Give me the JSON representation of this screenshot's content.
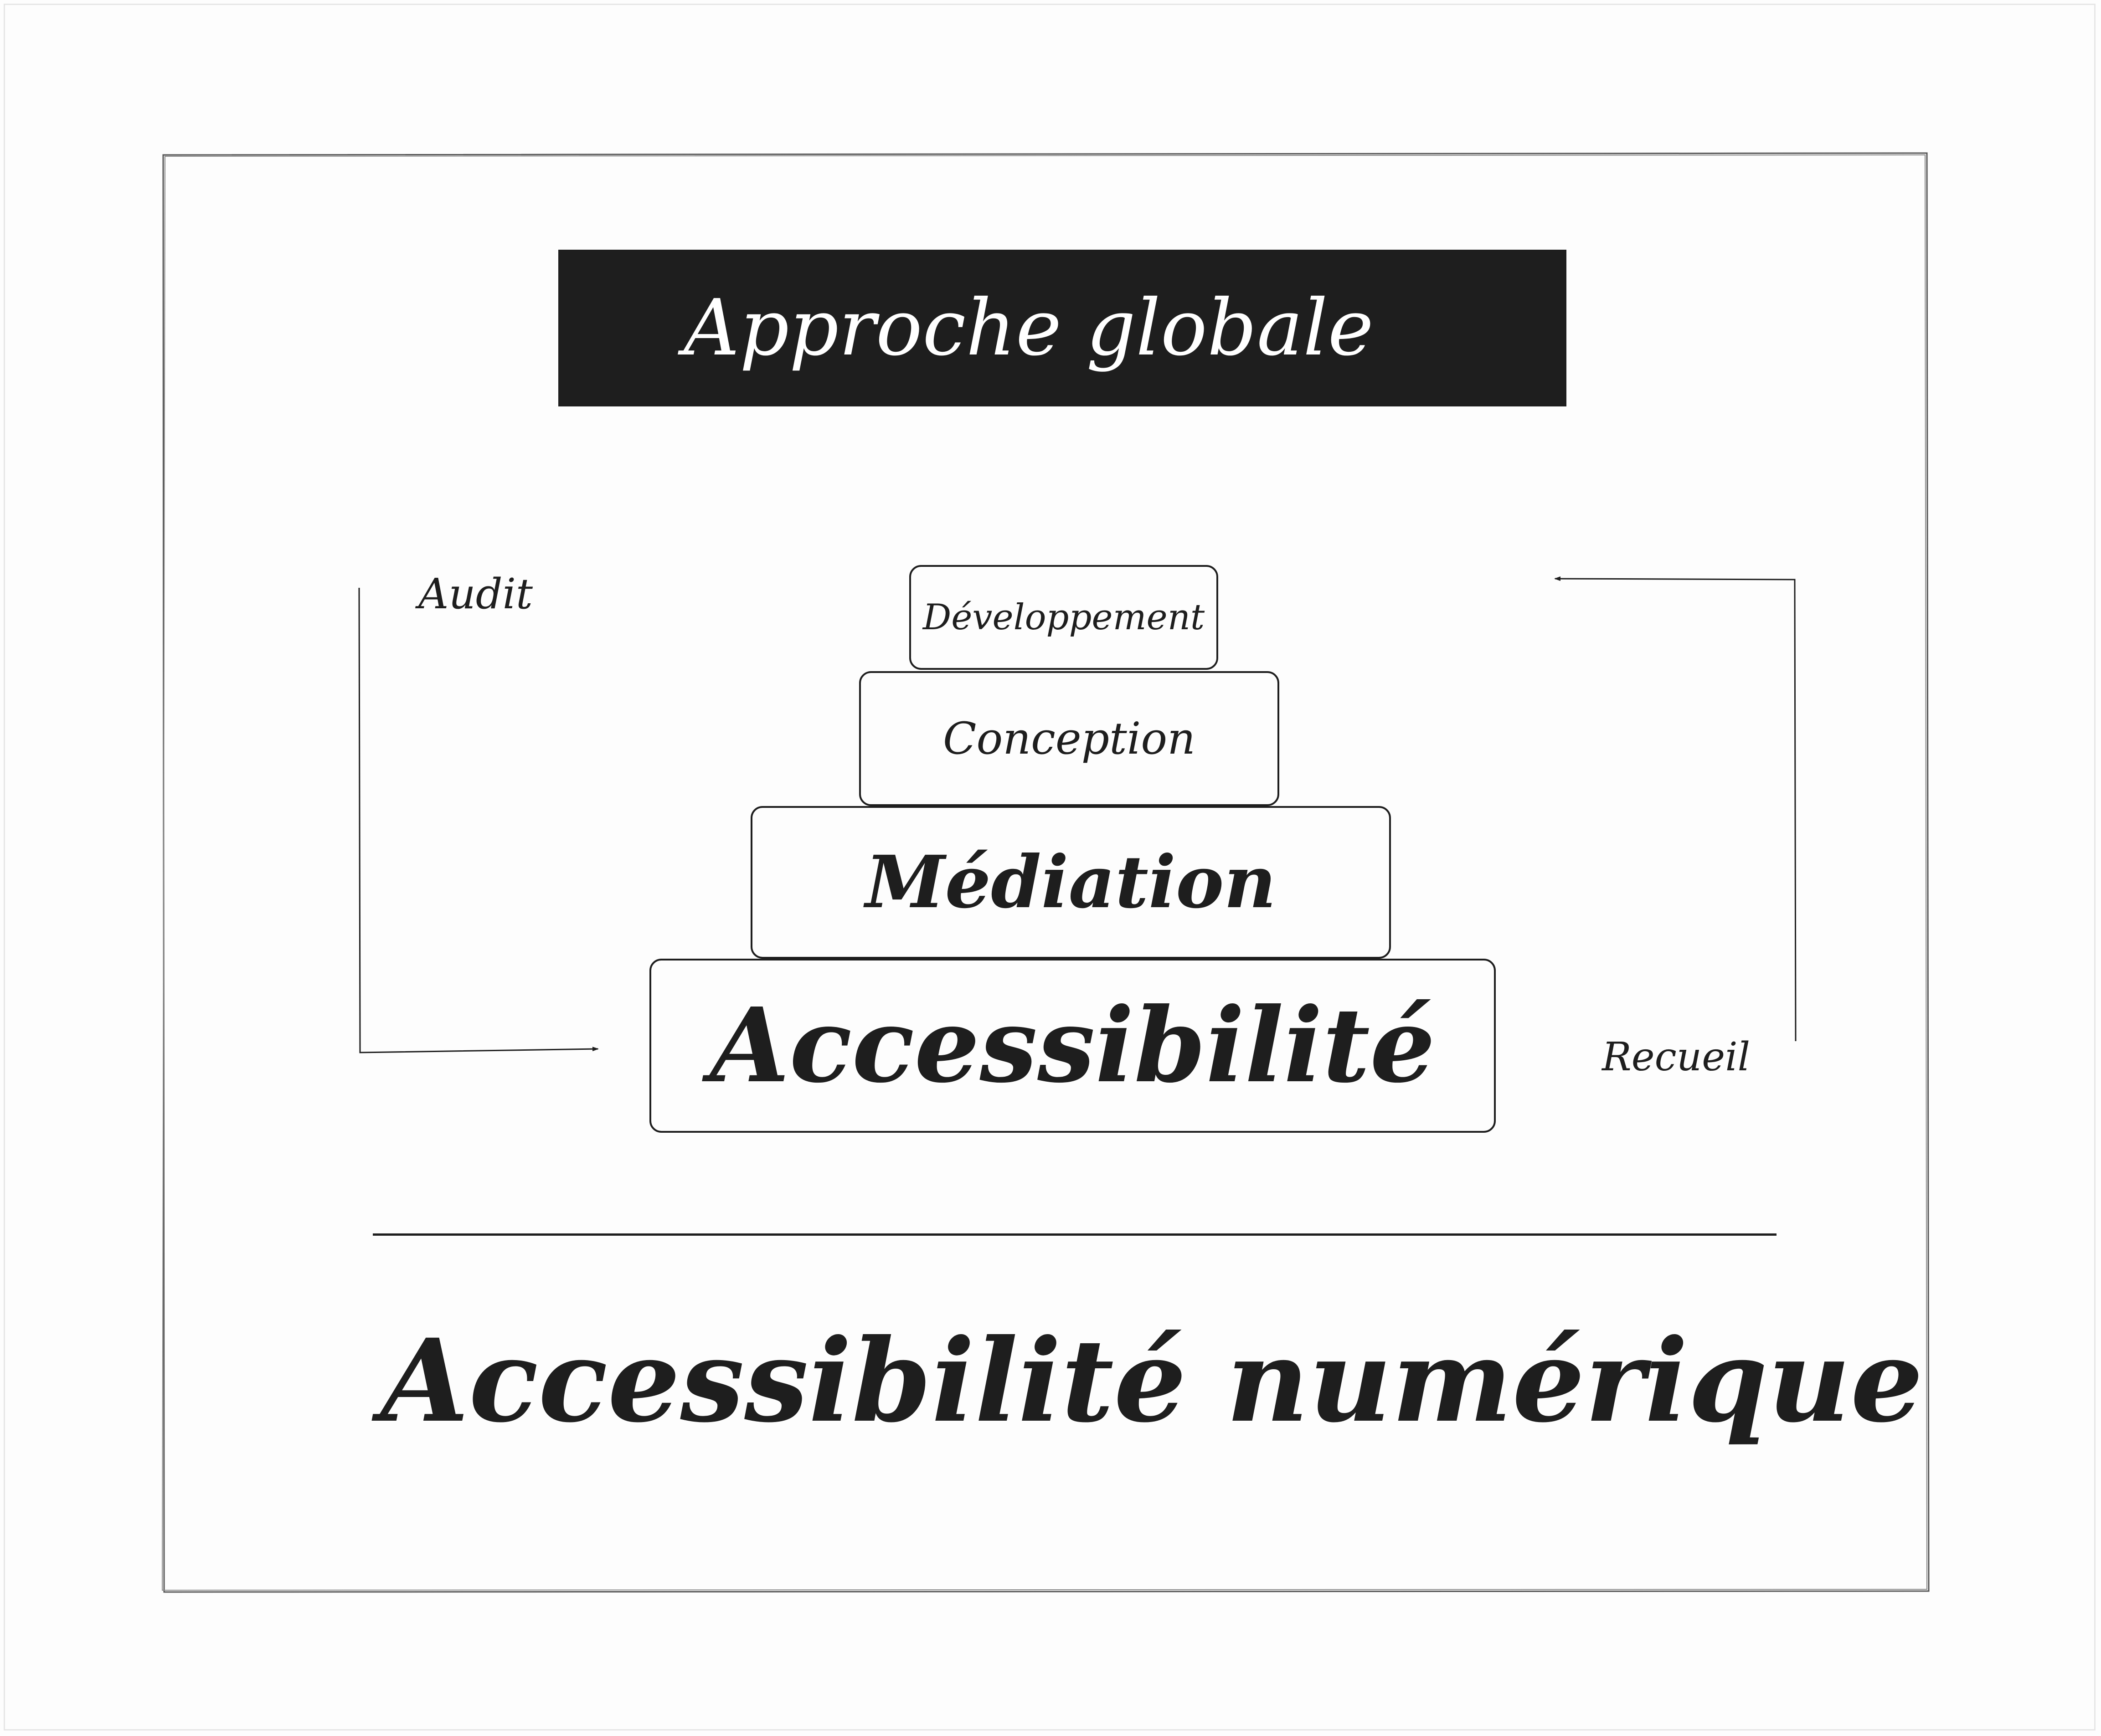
{
  "header": {
    "title": "Approche globale"
  },
  "pyramid": {
    "layers": [
      {
        "label": "Développement"
      },
      {
        "label": "Conception"
      },
      {
        "label": "Médiation"
      },
      {
        "label": "Accessibilité"
      }
    ]
  },
  "cycle": {
    "left_label": "Audit",
    "right_label": "Recueil"
  },
  "footer": {
    "title": "Accessibilité numérique"
  },
  "colors": {
    "ink": "#1e1e1e",
    "title_bg": "#1e1e1e",
    "title_text": "#ffffff",
    "background": "#fdfdfd"
  }
}
